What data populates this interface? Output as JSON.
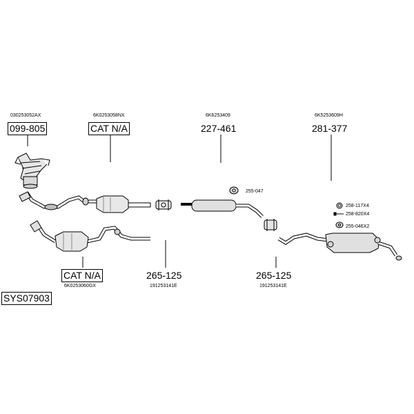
{
  "diagram": {
    "system_code": "SYS07903",
    "parts": [
      {
        "id": "manifold-cat",
        "oem": "030253052AX",
        "number": "099-805",
        "boxed": true
      },
      {
        "id": "front-cat",
        "oem": "6K0253058NX",
        "number": "CAT N/A",
        "boxed": true
      },
      {
        "id": "middle-silencer",
        "oem": "6K6253409",
        "number": "227-461",
        "boxed": false
      },
      {
        "id": "rear-silencer",
        "oem": "6K5253609H",
        "number": "281-377",
        "boxed": false
      },
      {
        "id": "alt-cat",
        "oem": "6K0253060GX",
        "number": "CAT N/A",
        "boxed": true
      },
      {
        "id": "clamp-1",
        "oem": "191253141E",
        "number": "265-125",
        "boxed": false
      },
      {
        "id": "clamp-2",
        "oem": "191253141E",
        "number": "265-125",
        "boxed": false
      }
    ],
    "fittings": [
      {
        "id": "hanger-mid",
        "label": "255-047"
      },
      {
        "id": "ring",
        "label": "258-117X4"
      },
      {
        "id": "bolt",
        "label": "258-820X4"
      },
      {
        "id": "hanger-rear",
        "label": "255-046X2"
      }
    ]
  }
}
